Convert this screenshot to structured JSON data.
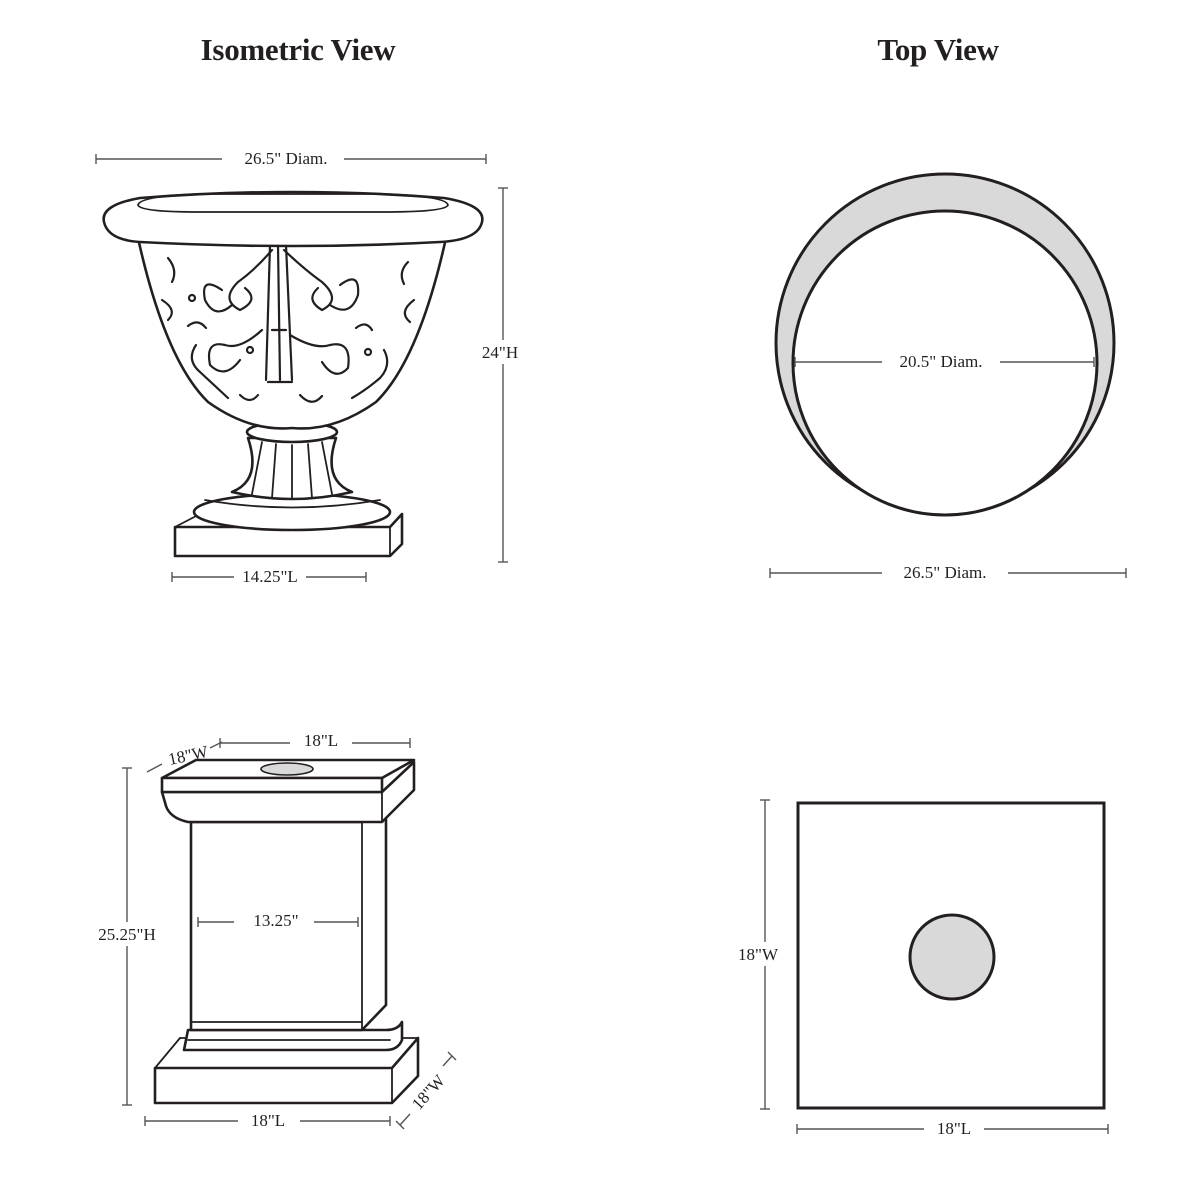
{
  "headings": {
    "isometric": "Isometric View",
    "top": "Top View"
  },
  "urn_iso": {
    "diameter": "26.5\" Diam.",
    "height": "24\"H",
    "base_length": "14.25\"L"
  },
  "urn_top": {
    "inner_diameter": "20.5\" Diam.",
    "outer_diameter": "26.5\" Diam."
  },
  "pedestal_iso": {
    "top_width": "18\"W",
    "top_length": "18\"L",
    "height": "25.25\"H",
    "shaft_width": "13.25\"",
    "base_length": "18\"L",
    "base_width": "18\"W"
  },
  "pedestal_top": {
    "width": "18\"W",
    "length": "18\"L"
  },
  "colors": {
    "line": "#231f20",
    "ring_fill": "#d9d9da",
    "dimension_line": "#555555"
  }
}
